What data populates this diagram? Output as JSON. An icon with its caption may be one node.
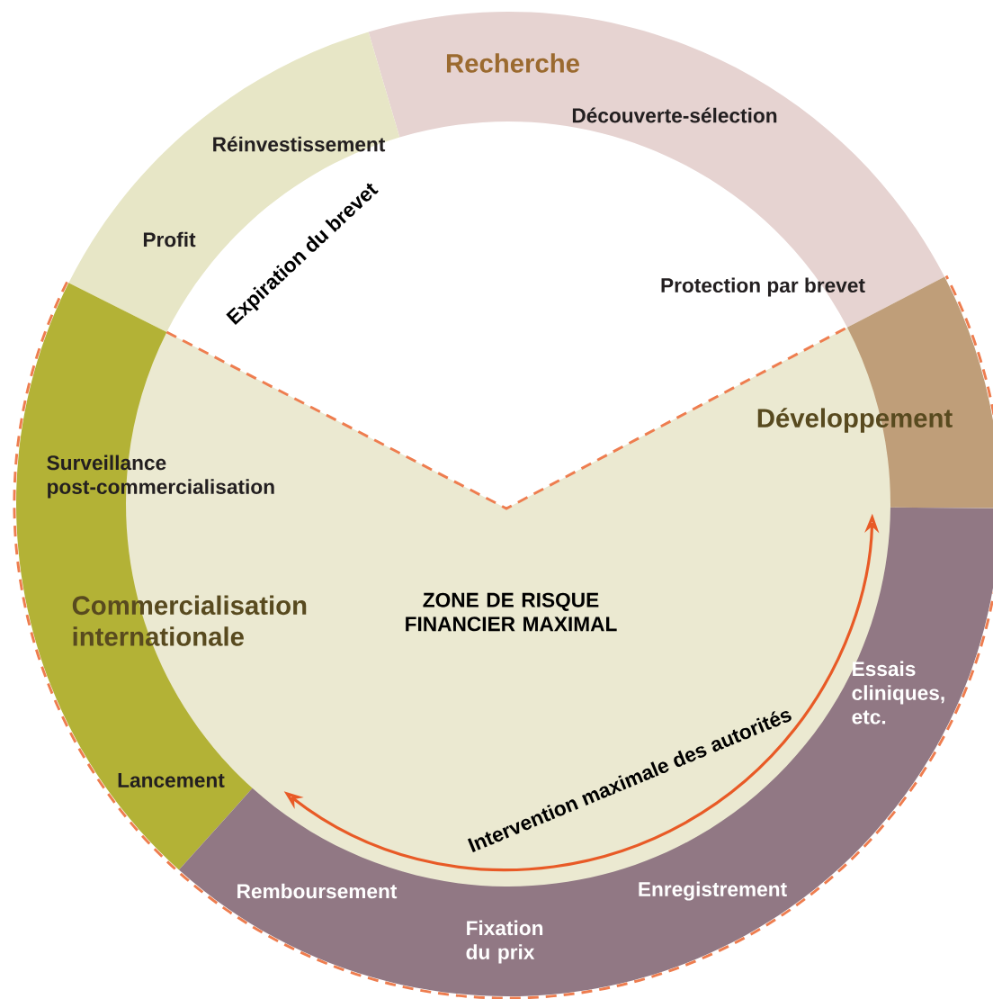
{
  "diagram": {
    "nodes": [
      {
        "text": [
          "Recherche",
          "Découverte-sélection"
        ]
      },
      {
        "text": [
          "Réinvestissement",
          "Profit"
        ]
      },
      {
        "text": [
          "Développement"
        ]
      },
      {
        "text": [
          "Surveillance post-commercialisation",
          "Commercialisation internationale",
          "Lancement"
        ]
      },
      {
        "text": [
          "Essais cliniques, etc.",
          "Enregistrement",
          "Fixation du prix",
          "Remboursement"
        ]
      }
    ],
    "labels": [
      "Expiration du brevet",
      "Protection par brevet",
      "ZONE DE RISQUE FINANCIER MAXIMAL",
      "Intervention maximale des autorités"
    ]
  }
}
